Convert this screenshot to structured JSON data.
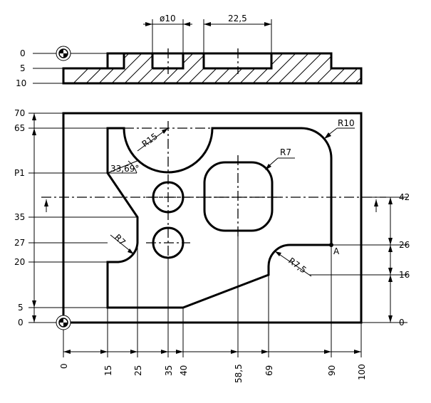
{
  "top_view": {
    "dim_hole_diameter": "ø10",
    "dim_slot_width": "22,5",
    "depth_labels": [
      "0",
      "5",
      "10"
    ]
  },
  "front_view": {
    "y_labels": [
      "70",
      "65",
      "P1",
      "35",
      "27",
      "20",
      "5",
      "0"
    ],
    "right_labels": [
      "42",
      "26",
      "16",
      "0"
    ],
    "x_labels": [
      "0",
      "15",
      "25",
      "35",
      "40",
      "58,5",
      "69",
      "90",
      "100"
    ],
    "radius_labels": {
      "r10": "R10",
      "r15": "R15",
      "r7_pocket": "R7",
      "r7_notch": "R7",
      "r7_5": "R7,5"
    },
    "angle_label": "33,69°",
    "point_label": "A"
  }
}
